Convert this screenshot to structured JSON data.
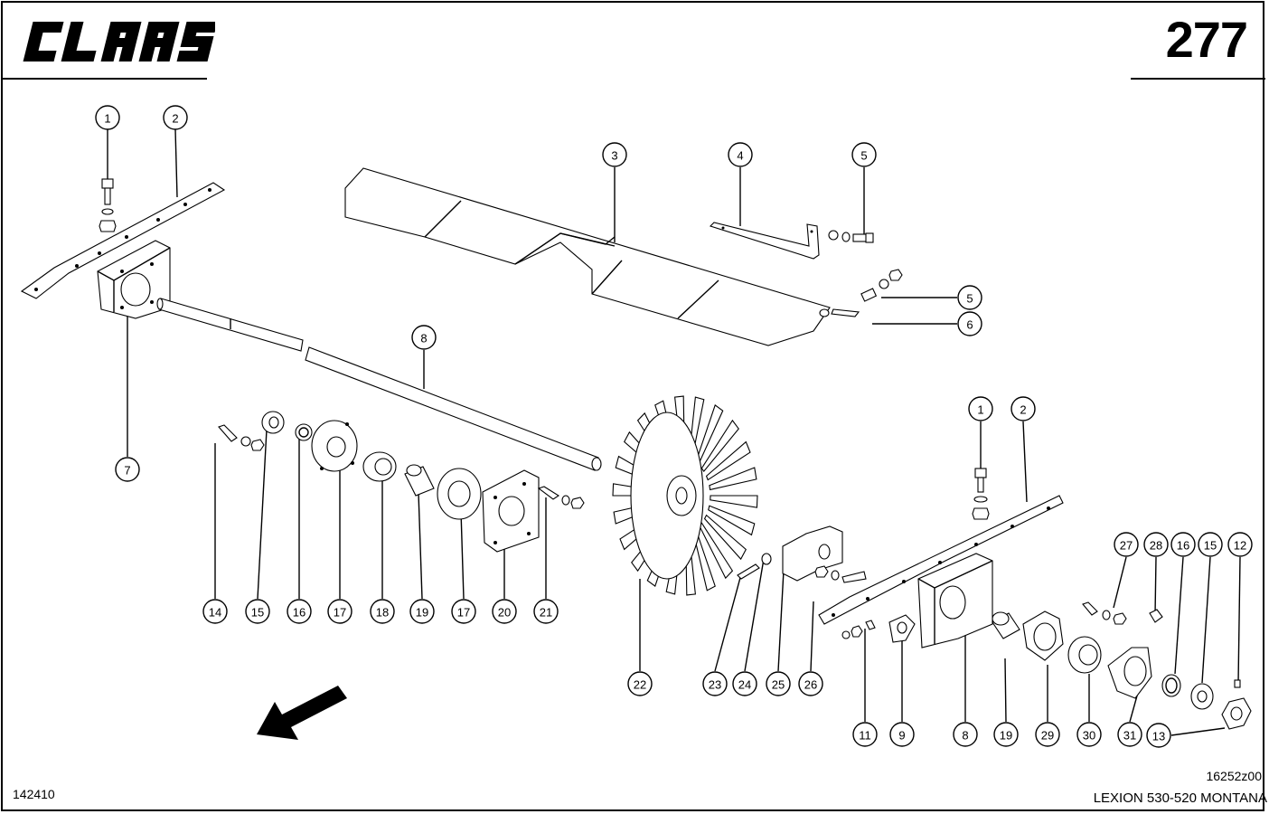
{
  "header": {
    "brand": "CLAAS",
    "page_number": "277"
  },
  "footer": {
    "left_code": "142410",
    "drawing_code": "16252z00",
    "model": "LEXION 530-520 MONTANA"
  },
  "callouts": [
    {
      "label": "1"
    },
    {
      "label": "2"
    },
    {
      "label": "3"
    },
    {
      "label": "4"
    },
    {
      "label": "5"
    },
    {
      "label": "5"
    },
    {
      "label": "6"
    },
    {
      "label": "7"
    },
    {
      "label": "8"
    },
    {
      "label": "14"
    },
    {
      "label": "15"
    },
    {
      "label": "16"
    },
    {
      "label": "17"
    },
    {
      "label": "18"
    },
    {
      "label": "19"
    },
    {
      "label": "17"
    },
    {
      "label": "20"
    },
    {
      "label": "21"
    },
    {
      "label": "22"
    },
    {
      "label": "23"
    },
    {
      "label": "24"
    },
    {
      "label": "25"
    },
    {
      "label": "26"
    },
    {
      "label": "1"
    },
    {
      "label": "2"
    },
    {
      "label": "27"
    },
    {
      "label": "28"
    },
    {
      "label": "16"
    },
    {
      "label": "15"
    },
    {
      "label": "12"
    },
    {
      "label": "11"
    },
    {
      "label": "9"
    },
    {
      "label": "8"
    },
    {
      "label": "19"
    },
    {
      "label": "29"
    },
    {
      "label": "30"
    },
    {
      "label": "31"
    },
    {
      "label": "13"
    }
  ]
}
